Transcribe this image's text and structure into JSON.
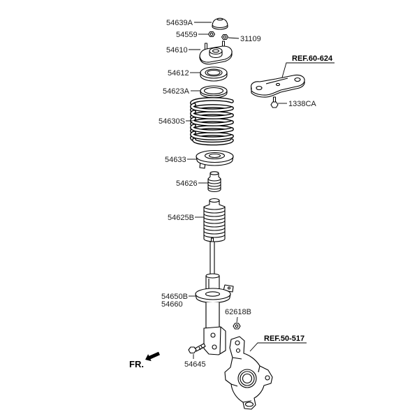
{
  "diagram": {
    "background": "#ffffff",
    "line_color": "#000000",
    "labels": {
      "top_cap": "54639A",
      "top_nut_left": "54559",
      "top_nut_right": "31109",
      "mount": "54610",
      "bearing": "54612",
      "ring": "54623A",
      "spring": "54630S",
      "spring_pad": "54633",
      "bump_stop": "54626",
      "boot": "54625B",
      "strut_a": "54650B",
      "strut_b": "54660",
      "link_nut": "62618B",
      "bolt": "54645",
      "bracket_bolt": "1338CA"
    },
    "references": {
      "upper": "REF.60-624",
      "lower": "REF.50-517"
    },
    "front_indicator": {
      "label": "FR.",
      "icon": "arrow-down-left"
    }
  }
}
